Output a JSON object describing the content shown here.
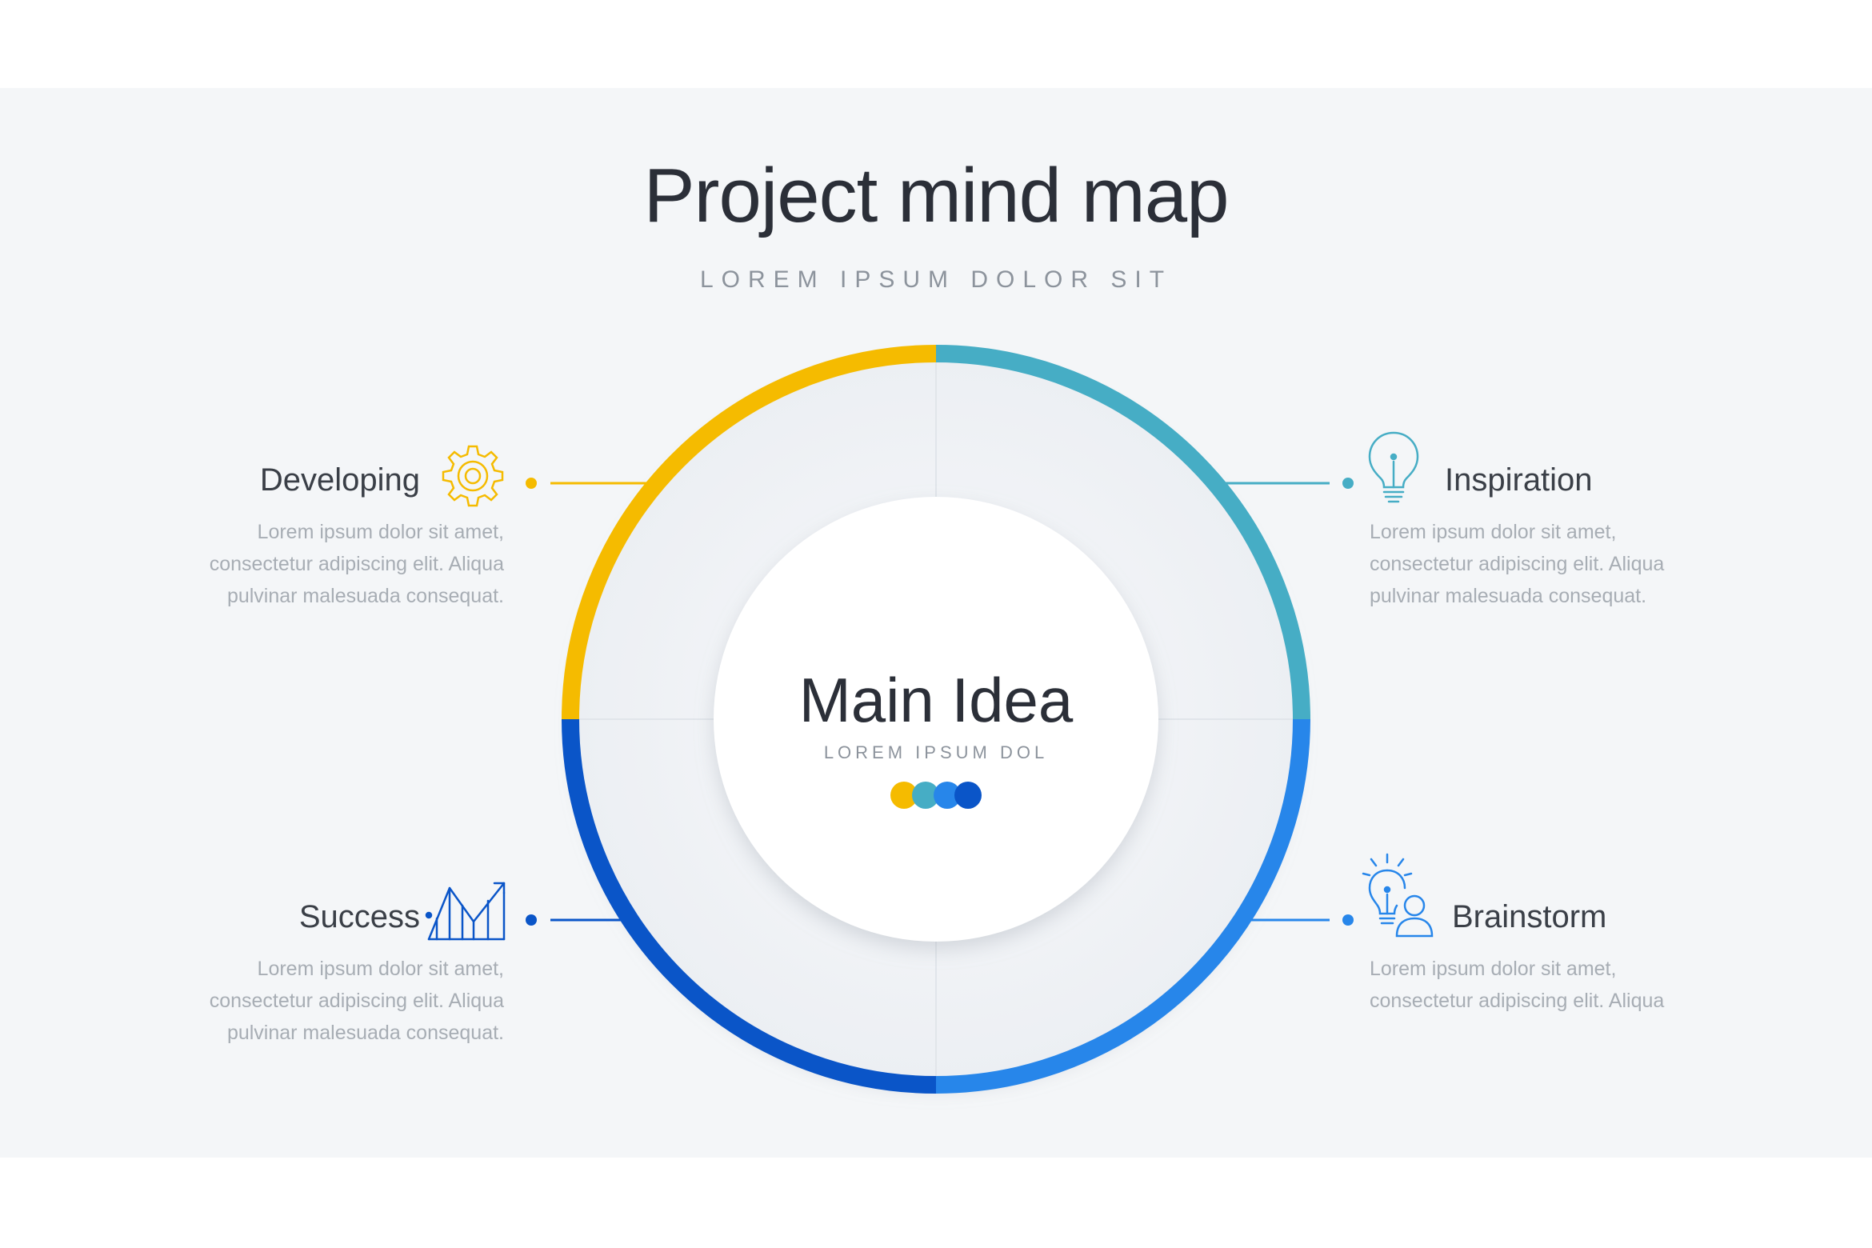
{
  "title": "Project mind map",
  "subtitle": "LOREM IPSUM DOLOR SIT",
  "center": {
    "title": "Main Idea",
    "subtitle": "LOREM IPSUM DOL"
  },
  "colors": {
    "yellow": "#f5bb00",
    "teal": "#46adc5",
    "light_blue": "#2786ea",
    "dark_blue": "#0a55c8"
  },
  "nodes": {
    "developing": {
      "title": "Developing",
      "desc": [
        "Lorem ipsum dolor sit amet,",
        "consectetur adipiscing elit. Aliqua",
        "pulvinar malesuada consequat."
      ],
      "icon": "gear-icon"
    },
    "inspiration": {
      "title": "Inspiration",
      "desc": [
        "Lorem ipsum dolor sit amet,",
        "consectetur adipiscing elit. Aliqua",
        "pulvinar malesuada consequat."
      ],
      "icon": "lightbulb-icon"
    },
    "success": {
      "title": "Success",
      "desc": [
        "Lorem ipsum dolor sit amet,",
        "consectetur adipiscing elit. Aliqua",
        "pulvinar malesuada consequat."
      ],
      "icon": "growth-chart-icon"
    },
    "brainstorm": {
      "title": "Brainstorm",
      "desc": [
        "Lorem ipsum dolor sit amet,",
        "consectetur adipiscing elit. Aliqua"
      ],
      "icon": "idea-person-icon"
    }
  }
}
